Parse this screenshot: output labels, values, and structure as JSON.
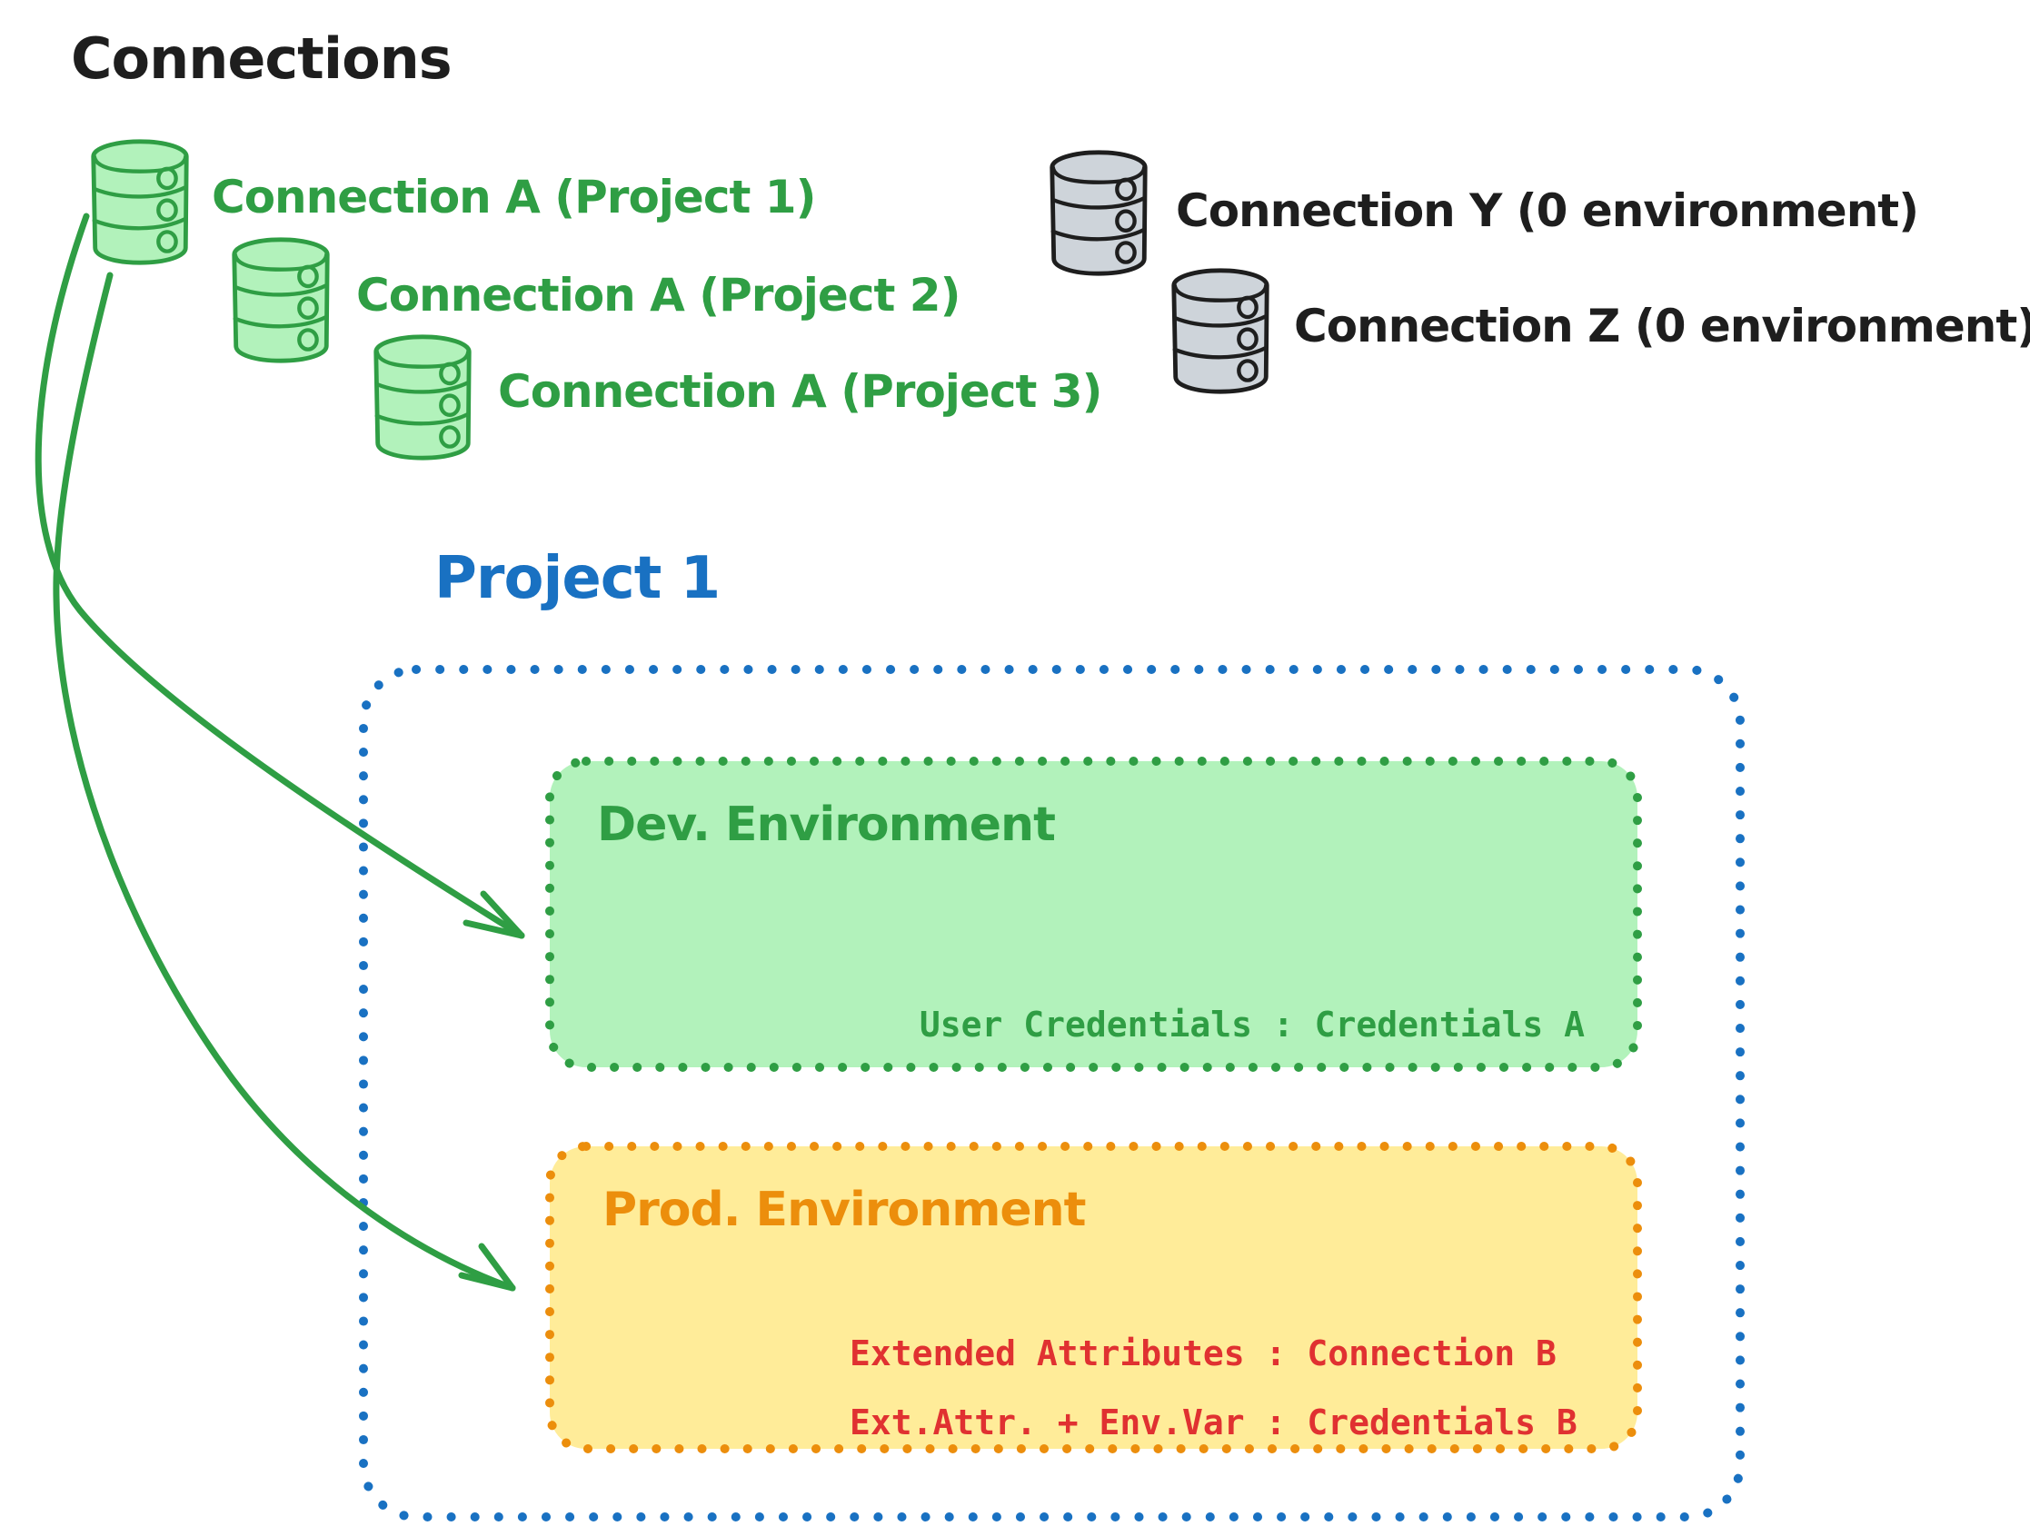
{
  "title": "Connections",
  "colors": {
    "ink_black": "#1e1e1e",
    "green_stroke": "#2f9e44",
    "green_fill": "#b2f2bb",
    "gray_fill": "#ced4da",
    "blue": "#1971c2",
    "orange_stroke": "#ec8e0c",
    "orange_fill": "#ffec99",
    "red": "#e03131"
  },
  "green_connections": [
    {
      "icon": "database-icon",
      "label": "Connection A (Project 1)"
    },
    {
      "icon": "database-icon",
      "label": "Connection A (Project 2)"
    },
    {
      "icon": "database-icon",
      "label": "Connection A (Project 3)"
    }
  ],
  "gray_connections": [
    {
      "icon": "database-icon",
      "label": "Connection Y (0 environment)"
    },
    {
      "icon": "database-icon",
      "label": "Connection Z (0 environment)"
    }
  ],
  "project": {
    "title": "Project 1",
    "dev_environment": {
      "title": "Dev. Environment",
      "credentials_line": "User Credentials : Credentials A"
    },
    "prod_environment": {
      "title": "Prod. Environment",
      "mapping_lines": [
        "Extended Attributes : Connection B",
        "Ext.Attr. + Env.Var : Credentials B"
      ]
    }
  }
}
